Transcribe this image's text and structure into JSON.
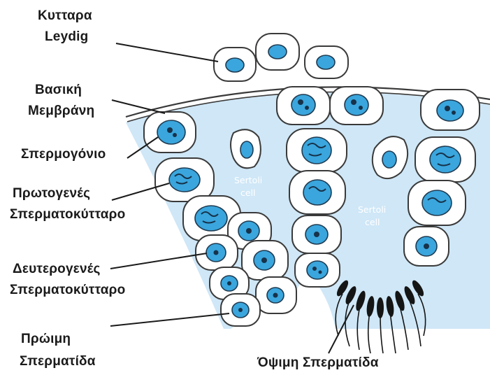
{
  "labels": {
    "leydig_line1": "Κυτταρα",
    "leydig_line2": "Leydig",
    "basement_line1": "Βασική",
    "basement_line2": "Μεμβράνη",
    "spermatogonium": "Σπερμογόνιο",
    "primary_line1": "Πρωτογενές",
    "primary_line2": "Σπερματοκύτταρο",
    "secondary_line1": "Δευτερογενές",
    "secondary_line2": "Σπερματοκύτταρο",
    "early_line1": "Πρώιμη",
    "early_line2": "Σπερματίδα",
    "late": "Όψιμη Σπερματίδα",
    "sertoli_left_line1": "Sertoli",
    "sertoli_left_line2": "cell",
    "sertoli_right_line1": "Sertoli",
    "sertoli_right_line2": "cell"
  },
  "colors": {
    "tubule_background": "#cfe7f7",
    "nucleus": "#3aa6dd",
    "outline": "#3a3a3a"
  }
}
